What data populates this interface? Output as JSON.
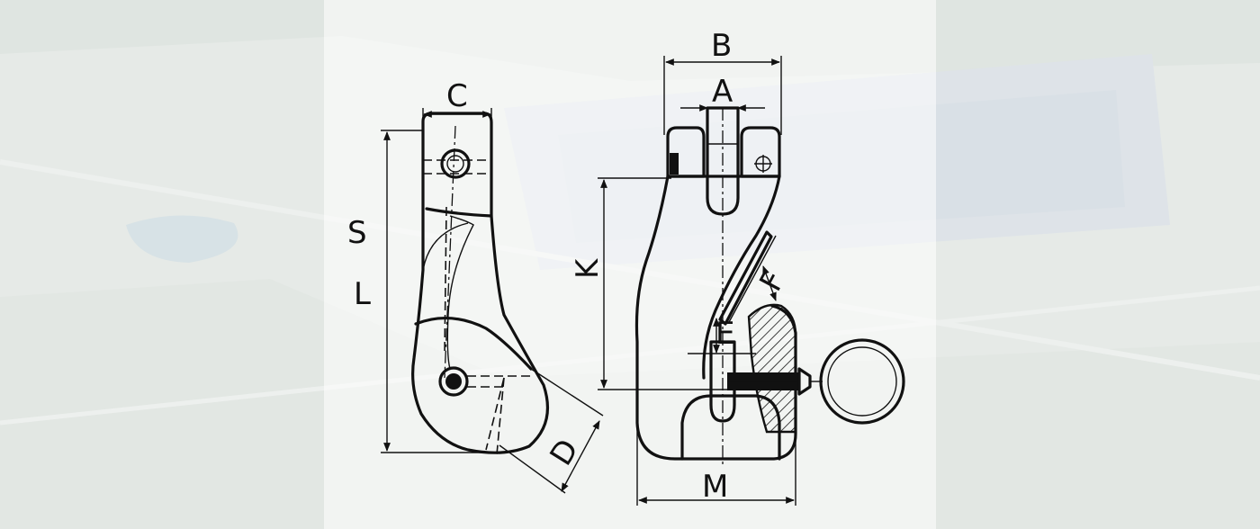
{
  "colors": {
    "background": "#e9ecea",
    "line": "#111111",
    "panel_fill": "#ffffff"
  },
  "background_description_icon": "aerial-factory-campus-icon",
  "labels": {
    "A": "A",
    "B": "B",
    "C": "C",
    "D": "D",
    "E": "E",
    "F": "F",
    "K": "K",
    "L": "L",
    "M": "M",
    "partial": "S"
  }
}
